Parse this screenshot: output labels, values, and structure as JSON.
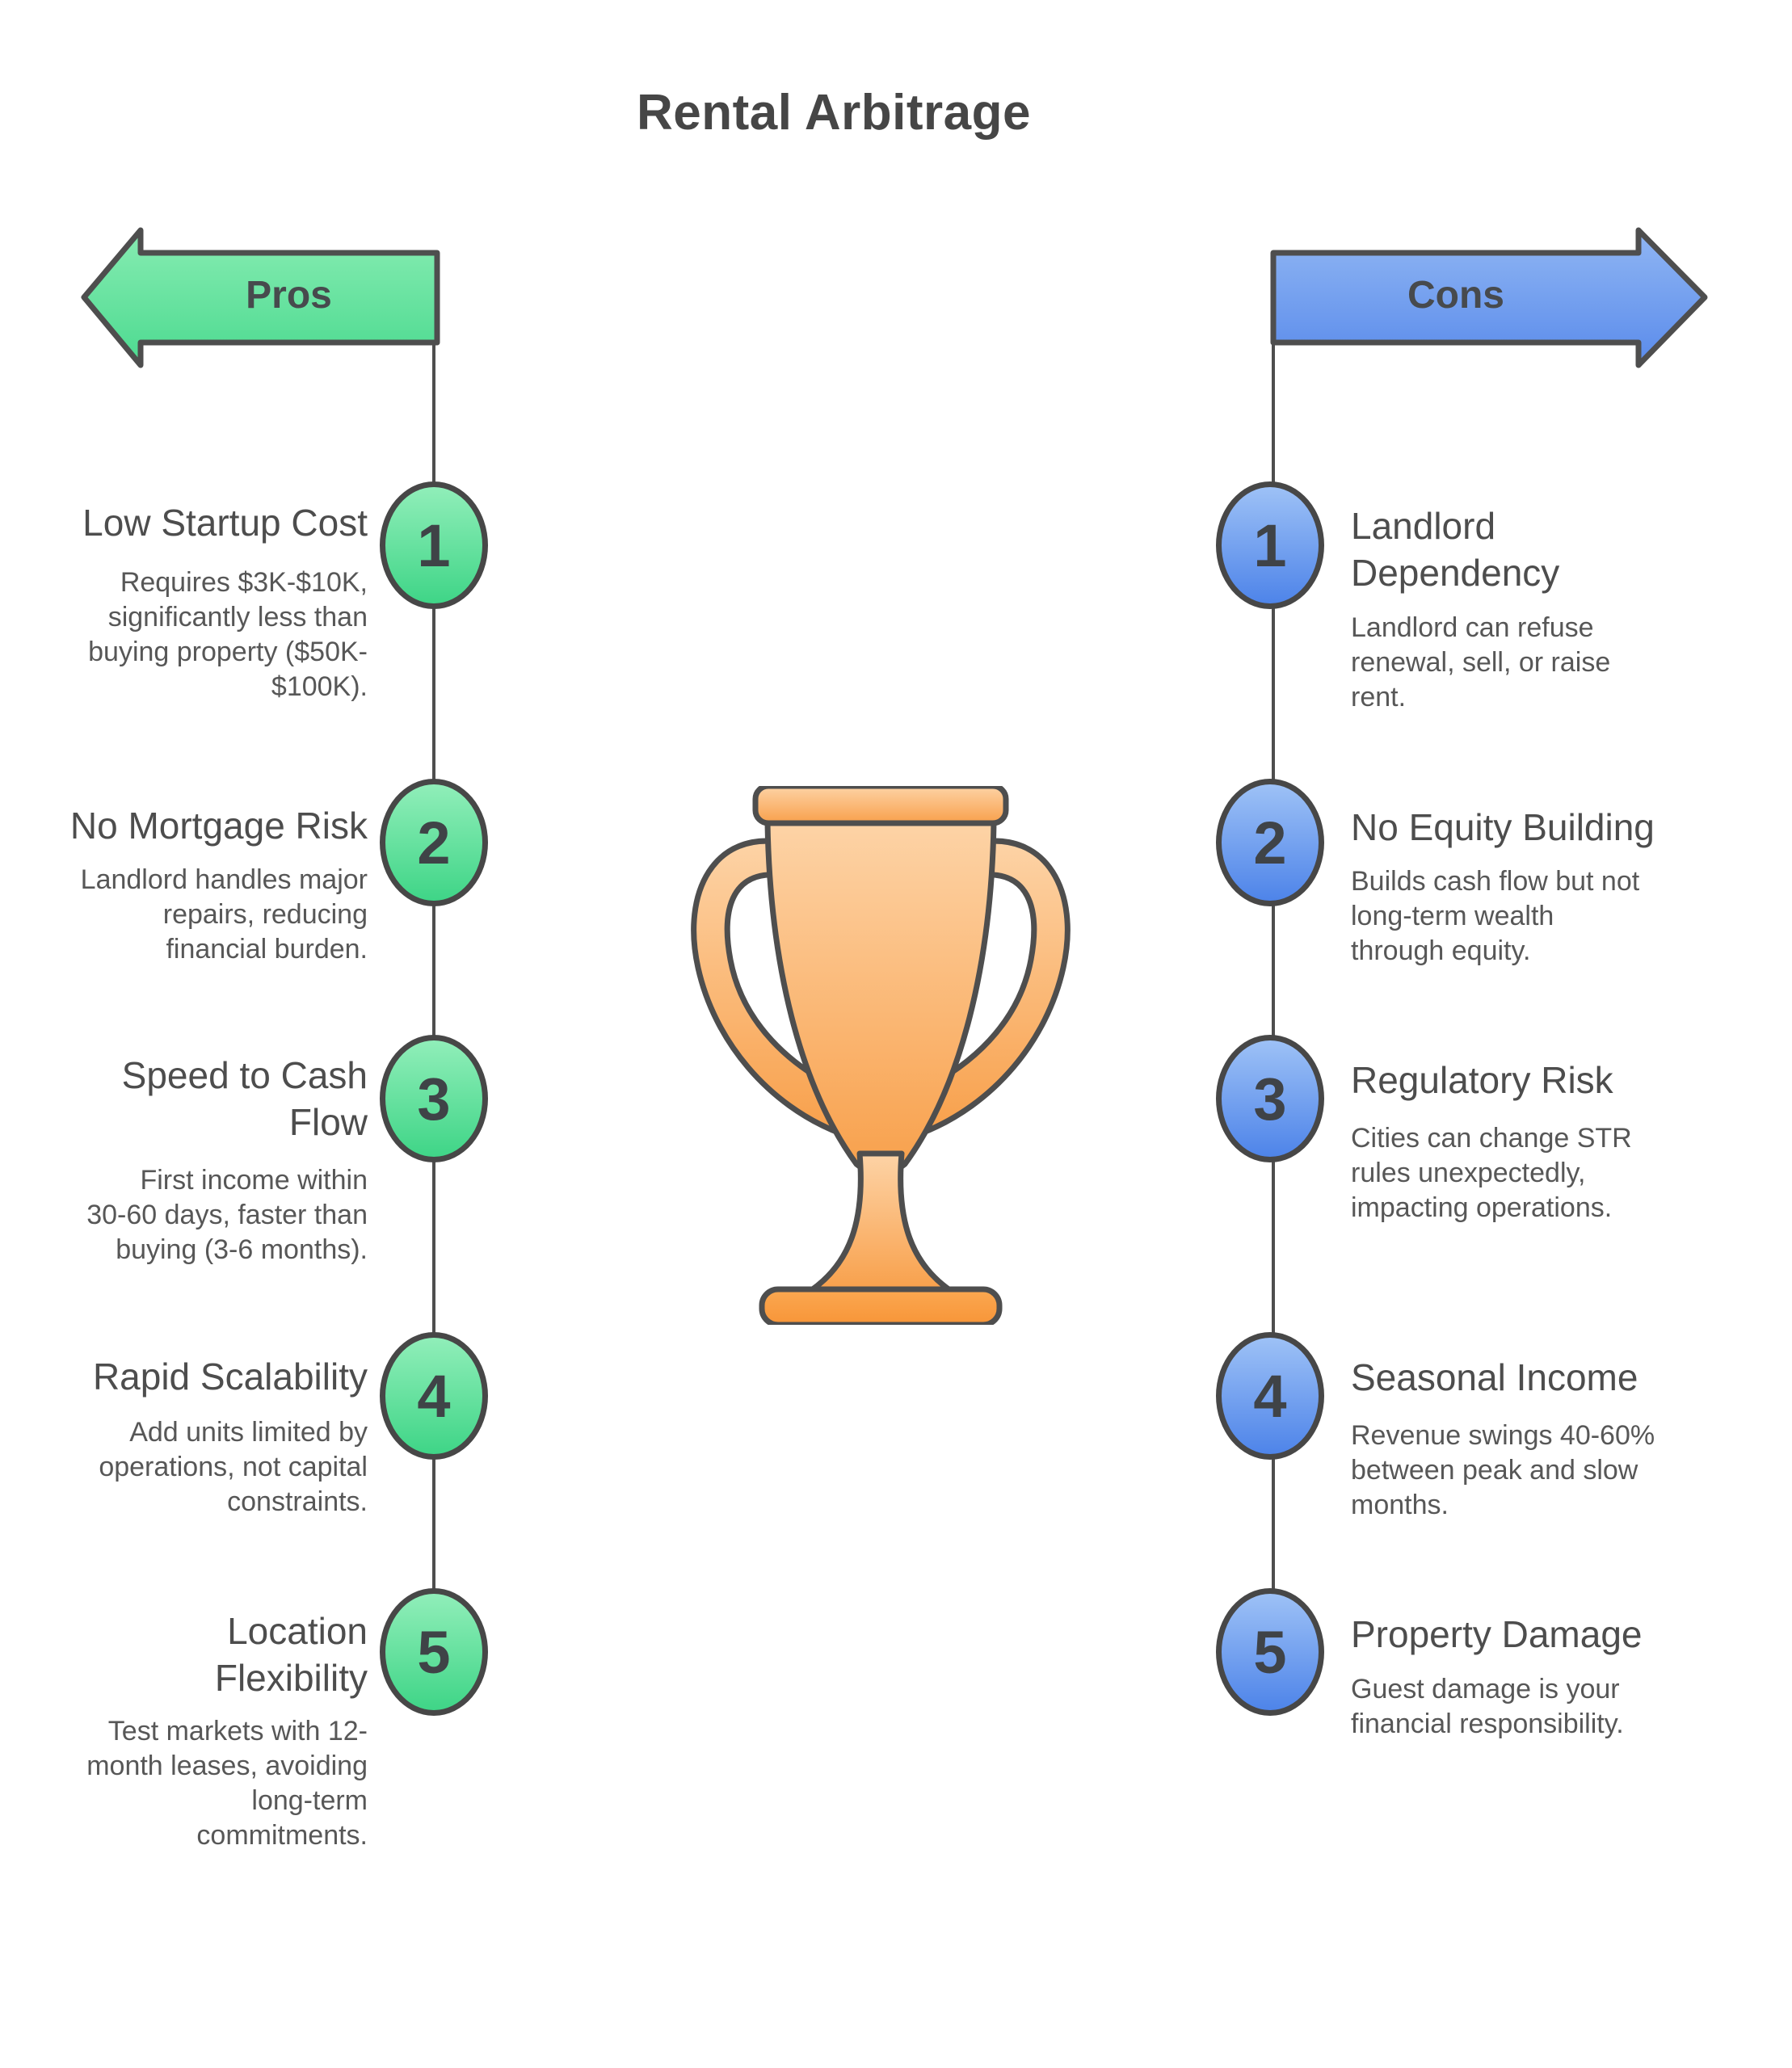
{
  "title": "Rental Arbitrage",
  "center_icon": "trophy-icon",
  "colors": {
    "pros_green_light": "#90EEB9",
    "pros_green_dark": "#3FD587",
    "cons_blue_light": "#9DC1F6",
    "cons_blue_dark": "#4E84E9",
    "trophy_orange_light": "#FDD3A6",
    "trophy_orange_dark": "#F8A04B",
    "trophy_base_orange": "#F99C43",
    "outline_gray": "#4E4E4E",
    "heading_text": "#4D4D4D",
    "body_text": "#575757"
  },
  "pros": {
    "label": "Pros",
    "items": [
      {
        "num": "1",
        "title": "Low Startup Cost",
        "desc": "Requires $3K-$10K,\nsignificantly less than\nbuying property ($50K-\n$100K)."
      },
      {
        "num": "2",
        "title": "No Mortgage Risk",
        "desc": "Landlord handles major\nrepairs, reducing\nfinancial burden."
      },
      {
        "num": "3",
        "title": "Speed to Cash\nFlow",
        "desc": "First income within\n30-60 days, faster than\nbuying (3-6 months)."
      },
      {
        "num": "4",
        "title": "Rapid Scalability",
        "desc": "Add units limited by\noperations, not capital\nconstraints."
      },
      {
        "num": "5",
        "title": "Location\nFlexibility",
        "desc": "Test markets with 12-\nmonth leases, avoiding\nlong-term\ncommitments."
      }
    ]
  },
  "cons": {
    "label": "Cons",
    "items": [
      {
        "num": "1",
        "title": "Landlord\nDependency",
        "desc": "Landlord can refuse\nrenewal, sell, or raise\nrent."
      },
      {
        "num": "2",
        "title": "No Equity Building",
        "desc": "Builds cash flow but not\nlong-term wealth\nthrough equity."
      },
      {
        "num": "3",
        "title": "Regulatory Risk",
        "desc": "Cities can change STR\nrules unexpectedly,\nimpacting operations."
      },
      {
        "num": "4",
        "title": "Seasonal Income",
        "desc": "Revenue swings 40-60%\nbetween peak and slow\nmonths."
      },
      {
        "num": "5",
        "title": "Property Damage",
        "desc": "Guest damage is your\nfinancial responsibility."
      }
    ]
  }
}
